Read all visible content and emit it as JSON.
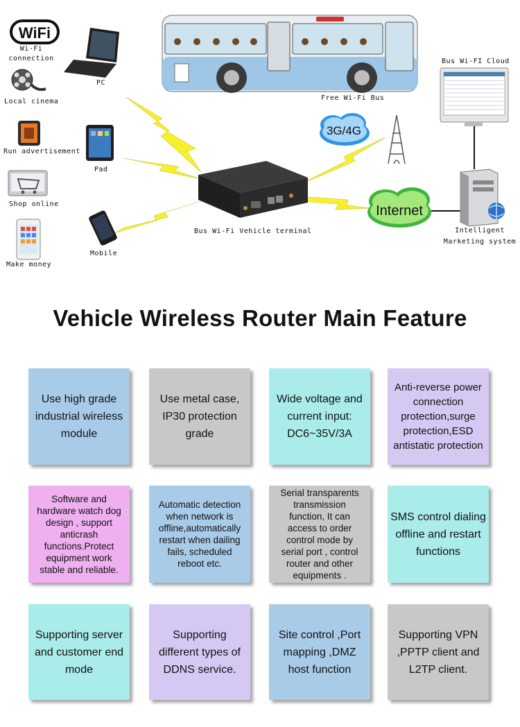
{
  "diagram": {
    "left_items": [
      {
        "icon": "wifi-logo-icon",
        "label": "Wi-Fi\nconnection",
        "logo_text": "WiFi"
      },
      {
        "icon": "film-reel-icon",
        "label": "Local cinema"
      },
      {
        "icon": "phone-advert-icon",
        "label": "Run advertisement"
      },
      {
        "icon": "shopping-cart-icon",
        "label": "Shop online"
      },
      {
        "icon": "smartphone-app-icon",
        "label": "Make money"
      }
    ],
    "devices": {
      "pc": "PC",
      "pad": "Pad",
      "mobile": "Mobile"
    },
    "bus_label": "Free Wi-Fi Bus",
    "terminal_label": "Bus Wi-Fi Vehicle terminal",
    "cloud_3g": "3G/4G",
    "internet": "Internet",
    "cloud_label": "Bus Wi-FI Cloud",
    "marketing_label": "Intelligent\nMarketing system"
  },
  "title": "Vehicle Wireless Router Main Feature",
  "colors": {
    "blue": "#a8cbe8",
    "gray": "#c9c8c9",
    "cyan": "#a9ecea",
    "lavender": "#d5c8f2",
    "pink": "#efb0ef",
    "lightning": "#f6f12c"
  },
  "features": [
    {
      "text": "Use high grade\nindustrial wireless\nmodule",
      "color": "blue"
    },
    {
      "text": "Use metal case,\nIP30 protection\ngrade",
      "color": "gray"
    },
    {
      "text": "Wide voltage and\ncurrent input:\nDC6~35V/3A",
      "color": "cyan"
    },
    {
      "text": "Anti-reverse power\nconnection\nprotection,surge\nprotection,ESD\nantistatic protection",
      "color": "lavender"
    },
    {
      "text": "Software and\nhardware watch dog\ndesign , support\nanticrash\nfunctions.Protect\nequipment work\nstable and reliable.",
      "color": "pink"
    },
    {
      "text": "Automatic detection\nwhen network is\noffline,automatically\nrestart when  dailing\nfails, scheduled\nreboot etc.",
      "color": "blue"
    },
    {
      "text": "Serial transparents\ntransmission\nfunction, It can\naccess to order\ncontrol mode by\nserial port , control\nrouter and other\nequipments .",
      "color": "gray"
    },
    {
      "text": "SMS control dialing\noffline and restart\nfunctions",
      "color": "cyan"
    },
    {
      "text": "Supporting  server\nand customer end\nmode",
      "color": "cyan"
    },
    {
      "text": "Supporting\ndifferent types of\nDDNS  service.",
      "color": "lavender"
    },
    {
      "text": "Site control ,Port\nmapping ,DMZ\nhost function",
      "color": "blue"
    },
    {
      "text": "Supporting VPN\n,PPTP  client and\nL2TP client.",
      "color": "gray"
    }
  ]
}
